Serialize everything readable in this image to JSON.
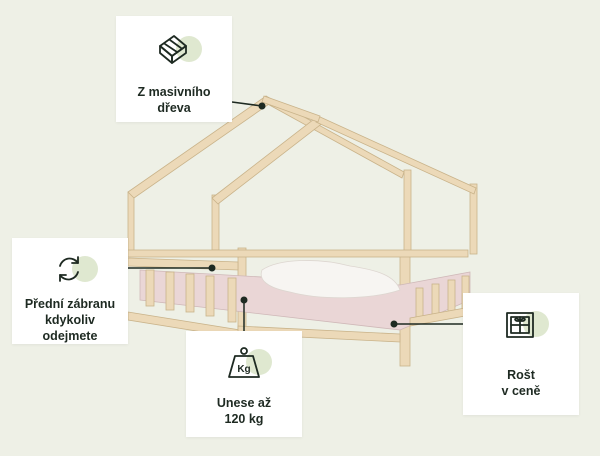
{
  "features": [
    {
      "label": "Z masivního\ndřeva",
      "icon": "wood-log-icon"
    },
    {
      "label": "Přední zábranu\nkdykoliv\nodejmete",
      "icon": "refresh-arrows-icon"
    },
    {
      "label": "Unese až\n120 kg",
      "icon": "weight-kg-icon",
      "icon_text": "Kg"
    },
    {
      "label": "Rošt\nv ceně",
      "icon": "gift-box-icon"
    }
  ],
  "colors": {
    "background": "#eef0e6",
    "card": "#ffffff",
    "text": "#1e2a22",
    "icon_accent": "#dfe8d0",
    "wood": "#ecd9b8",
    "mattress": "#ead6d6"
  }
}
